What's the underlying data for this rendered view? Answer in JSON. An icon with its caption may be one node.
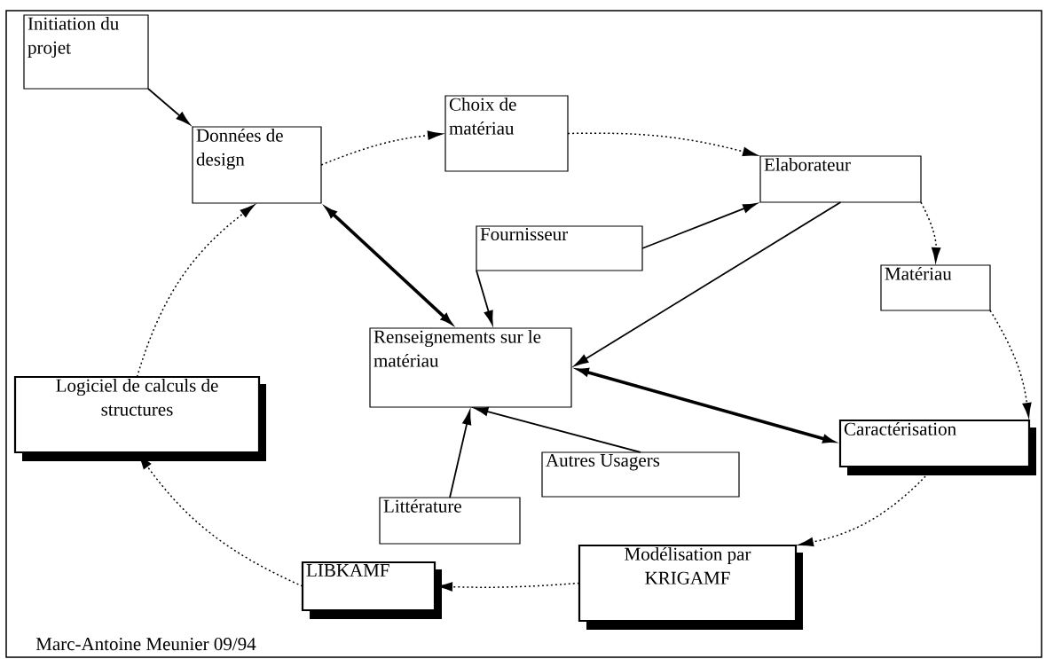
{
  "diagram": {
    "nodes": [
      {
        "text": [
          "Initiation du projet"
        ]
      },
      {
        "text": [
          "Données de design"
        ]
      },
      {
        "text": [
          "Choix de matériau"
        ]
      },
      {
        "text": [
          "Elaborateur"
        ]
      },
      {
        "text": [
          "Fournisseur"
        ]
      },
      {
        "text": [
          "Matériau"
        ]
      },
      {
        "text": [
          "Renseignements sur le matériau"
        ]
      },
      {
        "text": [
          "Logiciel de calculs de structures"
        ]
      },
      {
        "text": [
          "Caractérisation"
        ]
      },
      {
        "text": [
          "Autres Usagers"
        ]
      },
      {
        "text": [
          "Littérature"
        ]
      },
      {
        "text": [
          "Modélisation par KRIGAMF"
        ]
      },
      {
        "text": [
          "LIBKAMF"
        ]
      }
    ],
    "edges": [
      {
        "from": 0,
        "to": 1,
        "arrow": "to"
      },
      {
        "from": 1,
        "to": 2,
        "arrow": "to",
        "style": "dashed"
      },
      {
        "from": 2,
        "to": 3,
        "arrow": "to",
        "style": "dashed"
      },
      {
        "from": 3,
        "to": 5,
        "arrow": "to",
        "style": "dashed"
      },
      {
        "from": 5,
        "to": 8,
        "arrow": "to",
        "style": "dashed"
      },
      {
        "from": 8,
        "to": 11,
        "arrow": "to",
        "style": "dashed"
      },
      {
        "from": 11,
        "to": 12,
        "arrow": "to",
        "style": "dashed"
      },
      {
        "from": 12,
        "to": 7,
        "arrow": "to",
        "style": "dashed"
      },
      {
        "from": 7,
        "to": 1,
        "arrow": "to",
        "style": "dashed"
      },
      {
        "from": 1,
        "to": 6,
        "arrow": "both",
        "style": "thick"
      },
      {
        "from": 4,
        "to": 3,
        "arrow": "to"
      },
      {
        "from": 4,
        "to": 6,
        "arrow": "to"
      },
      {
        "from": 3,
        "to": 6,
        "arrow": "to"
      },
      {
        "from": 6,
        "to": 8,
        "arrow": "both",
        "style": "thick"
      },
      {
        "from": 10,
        "to": 6,
        "arrow": "to"
      },
      {
        "from": 9,
        "to": 6,
        "arrow": "to"
      }
    ],
    "labels": [
      "Marc-Antoine Meunier 09/94"
    ]
  }
}
